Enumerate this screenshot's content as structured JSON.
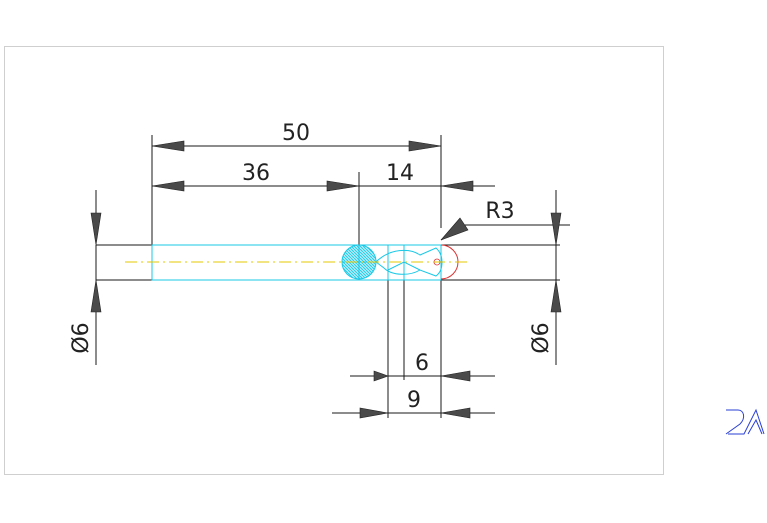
{
  "dimensions": {
    "overall_length": "50",
    "left_length": "36",
    "right_length": "14",
    "radius": "R3",
    "left_diameter": "Ø6",
    "right_diameter": "Ø6",
    "inner_width": "6",
    "outer_width": "9"
  },
  "colors": {
    "frame": "#cfcfcf",
    "geometry": "#1a1a1a",
    "tool_body": "#19c8e6",
    "centerline": "#e6c800",
    "accent": "#e03030",
    "ucs_icon": "#2a3fd6"
  },
  "icons": {
    "ucs": "ucs-icon"
  }
}
